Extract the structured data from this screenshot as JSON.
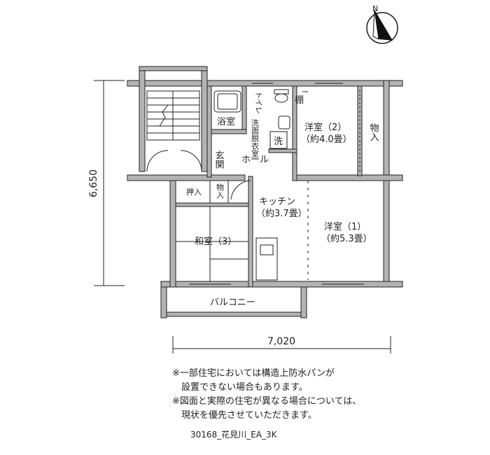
{
  "compass": {
    "north_label": "N"
  },
  "dimensions": {
    "height": "6,650",
    "width": "7,020"
  },
  "rooms": {
    "bath": "浴室",
    "toilet": "トイレ",
    "shelf": "棚",
    "dressing": "洗面脱衣室",
    "washer": "洗",
    "entrance": "玄関",
    "hall": "ホール",
    "western2_name": "洋室（2）",
    "western2_size": "（約4.0畳）",
    "storage_right": "物入",
    "closet_oshiire": "押入",
    "storage_small": "物入",
    "kitchen_name": "キッチン",
    "kitchen_size": "（約3.7畳）",
    "western1_name": "洋室（1）",
    "western1_size": "（約5.3畳）",
    "japanese3": "和室（3）",
    "balcony": "バルコニー"
  },
  "notes": {
    "line1": "※一部住宅においては構造上防水パンが",
    "line2": "　設置できない場合もあります。",
    "line3": "※図面と実際の住宅が異なる場合については、",
    "line4": "　現状を優先させていただきます。"
  },
  "plan_code": "30168_花見川_EA_3K"
}
